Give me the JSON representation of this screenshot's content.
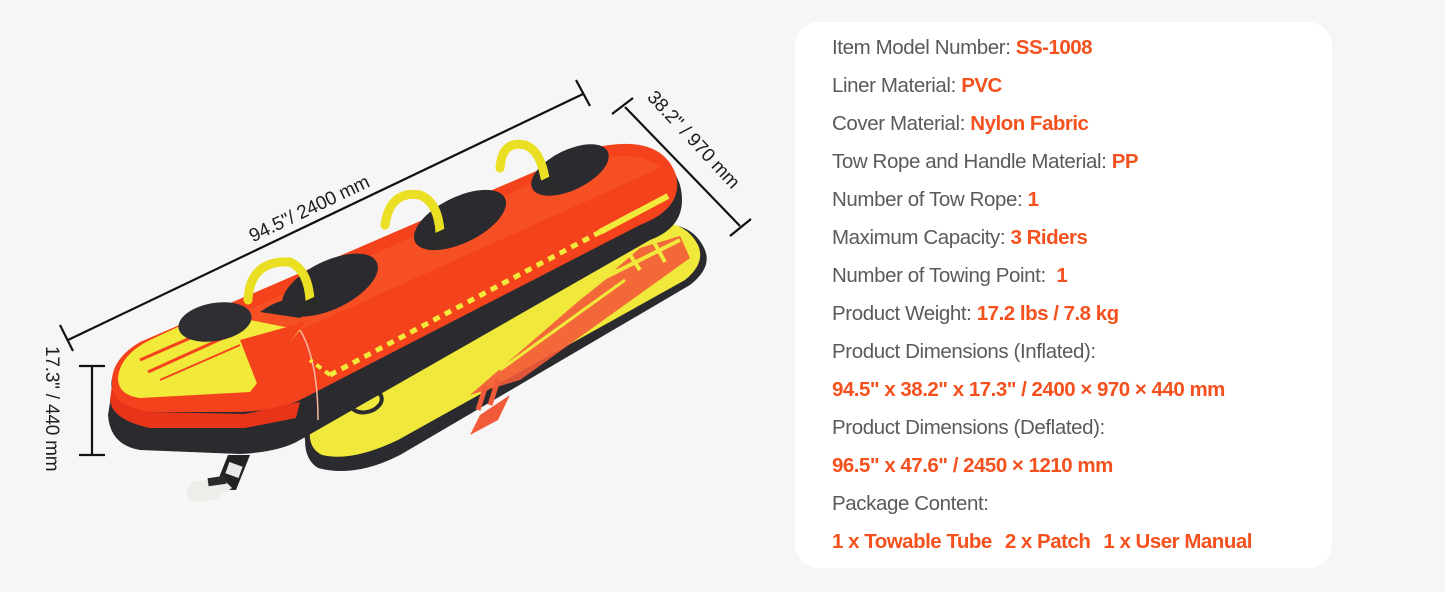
{
  "colors": {
    "background": "#f6f6f6",
    "card": "#ffffff",
    "label": "#5a5a5a",
    "accent": "#f4511e",
    "tube_orange": "#f4431c",
    "tube_yellow": "#f2ea3a",
    "tube_black": "#2b2b2f"
  },
  "product_image": {
    "alt": "three-rider inflatable towable banana tube, orange with yellow side pontoon",
    "dimensions": {
      "length": "94.5\"/ 2400 mm",
      "width": "38.2\" / 970 mm",
      "height": "17.3\" / 440 mm"
    }
  },
  "specs": [
    {
      "label": "Item Model Number: ",
      "value": "SS-1008"
    },
    {
      "label": "Liner Material: ",
      "value": "PVC"
    },
    {
      "label": "Cover Material: ",
      "value": "Nylon Fabric"
    },
    {
      "label": "Tow Rope and Handle Material: ",
      "value": "PP"
    },
    {
      "label": "Number of Tow Rope: ",
      "value": "1"
    },
    {
      "label": "Maximum Capacity: ",
      "value": "3 Riders"
    },
    {
      "label": "Number of Towing Point:  ",
      "value": "1"
    },
    {
      "label": "Product Weight: ",
      "value": "17.2 lbs / 7.8 kg"
    }
  ],
  "dimensions_inflated": {
    "label": "Product Dimensions (Inflated):",
    "value": "94.5\" x 38.2\" x 17.3\" / 2400 × 970 × 440 mm"
  },
  "dimensions_deflated": {
    "label": "Product Dimensions (Deflated):",
    "value": "96.5\" x 47.6\" / 2450 × 1210 mm"
  },
  "package": {
    "label": "Package Content:",
    "items": [
      "1 x Towable Tube",
      "2 x Patch",
      "1 x User Manual"
    ]
  }
}
